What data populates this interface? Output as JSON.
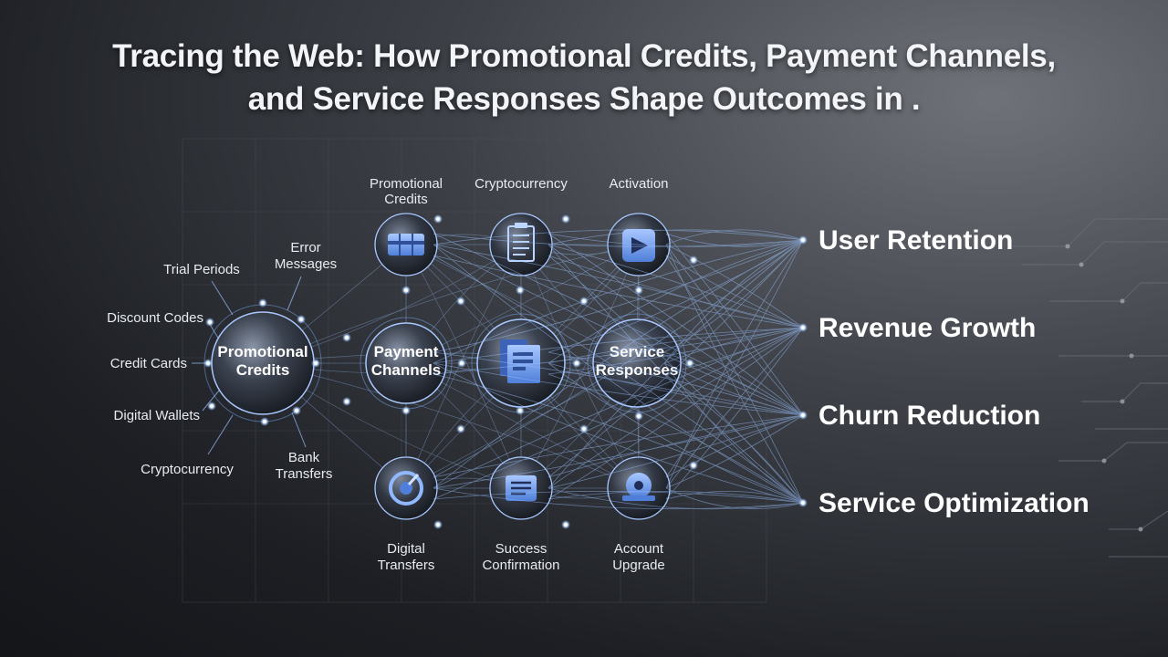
{
  "title": {
    "line1": "Tracing the Web: How Promotional Credits, Payment Channels,",
    "line2": "and Service Responses Shape Outcomes in ."
  },
  "left_labels": {
    "error_messages": [
      "Error",
      "Messages"
    ],
    "trial_periods": "Trial Periods",
    "discount_codes": "Discount Codes",
    "credit_cards": "Credit Cards",
    "digital_wallets": "Digital Wallets",
    "cryptocurrency": "Cryptocurrency",
    "bank_transfers": [
      "Bank",
      "Transfers"
    ]
  },
  "core_nodes": {
    "promotional_credits": [
      "Promotional",
      "Credits"
    ],
    "payment_channels": [
      "Payment",
      "Channels"
    ],
    "service_responses": [
      "Service",
      "Responses"
    ]
  },
  "top_nodes": {
    "promotional_credits": [
      "Promotional",
      "Credits"
    ],
    "cryptocurrency": "Cryptocurrency",
    "activation": "Activation"
  },
  "bottom_nodes": {
    "digital_transfers": [
      "Digital",
      "Transfers"
    ],
    "success_confirmation": [
      "Success",
      "Confirmation"
    ],
    "account_upgrade": [
      "Account",
      "Upgrade"
    ]
  },
  "outcomes": [
    "User Retention",
    "Revenue Growth",
    "Churn Reduction",
    "Service Optimization"
  ],
  "icons": {
    "top_promotional_credits": "credit-cards-icon",
    "top_cryptocurrency": "clipboard-list-icon",
    "top_activation": "activation-play-icon",
    "center": "document-stack-icon",
    "bottom_digital_transfers": "transfer-dial-icon",
    "bottom_success_confirmation": "checklist-icon",
    "bottom_account_upgrade": "account-upgrade-gear-icon"
  },
  "colors": {
    "accent": "#7fb3ff",
    "glow": "#cfe3ff",
    "background_dark": "#141519"
  }
}
